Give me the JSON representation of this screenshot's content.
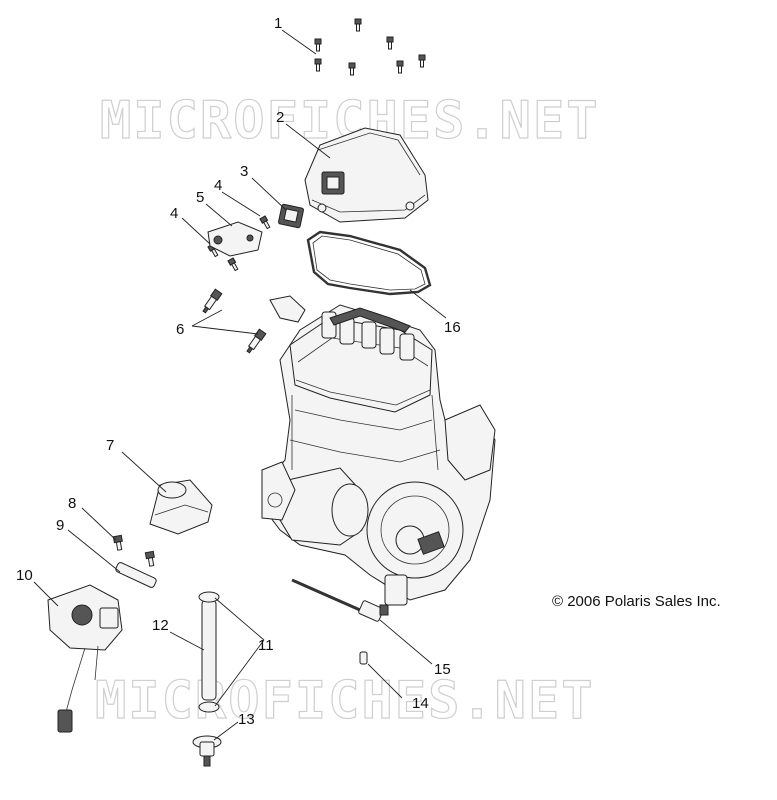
{
  "watermarks": [
    "MICROFICHES.NET",
    "MICROFICHES.NET"
  ],
  "copyright": "© 2006 Polaris Sales Inc.",
  "callouts": [
    "1",
    "2",
    "3",
    "4",
    "4",
    "5",
    "6",
    "7",
    "8",
    "9",
    "10",
    "11",
    "12",
    "13",
    "14",
    "15",
    "16"
  ],
  "colors": {
    "line": "#222222",
    "watermark": "#cfcfcf",
    "background": "#ffffff"
  }
}
